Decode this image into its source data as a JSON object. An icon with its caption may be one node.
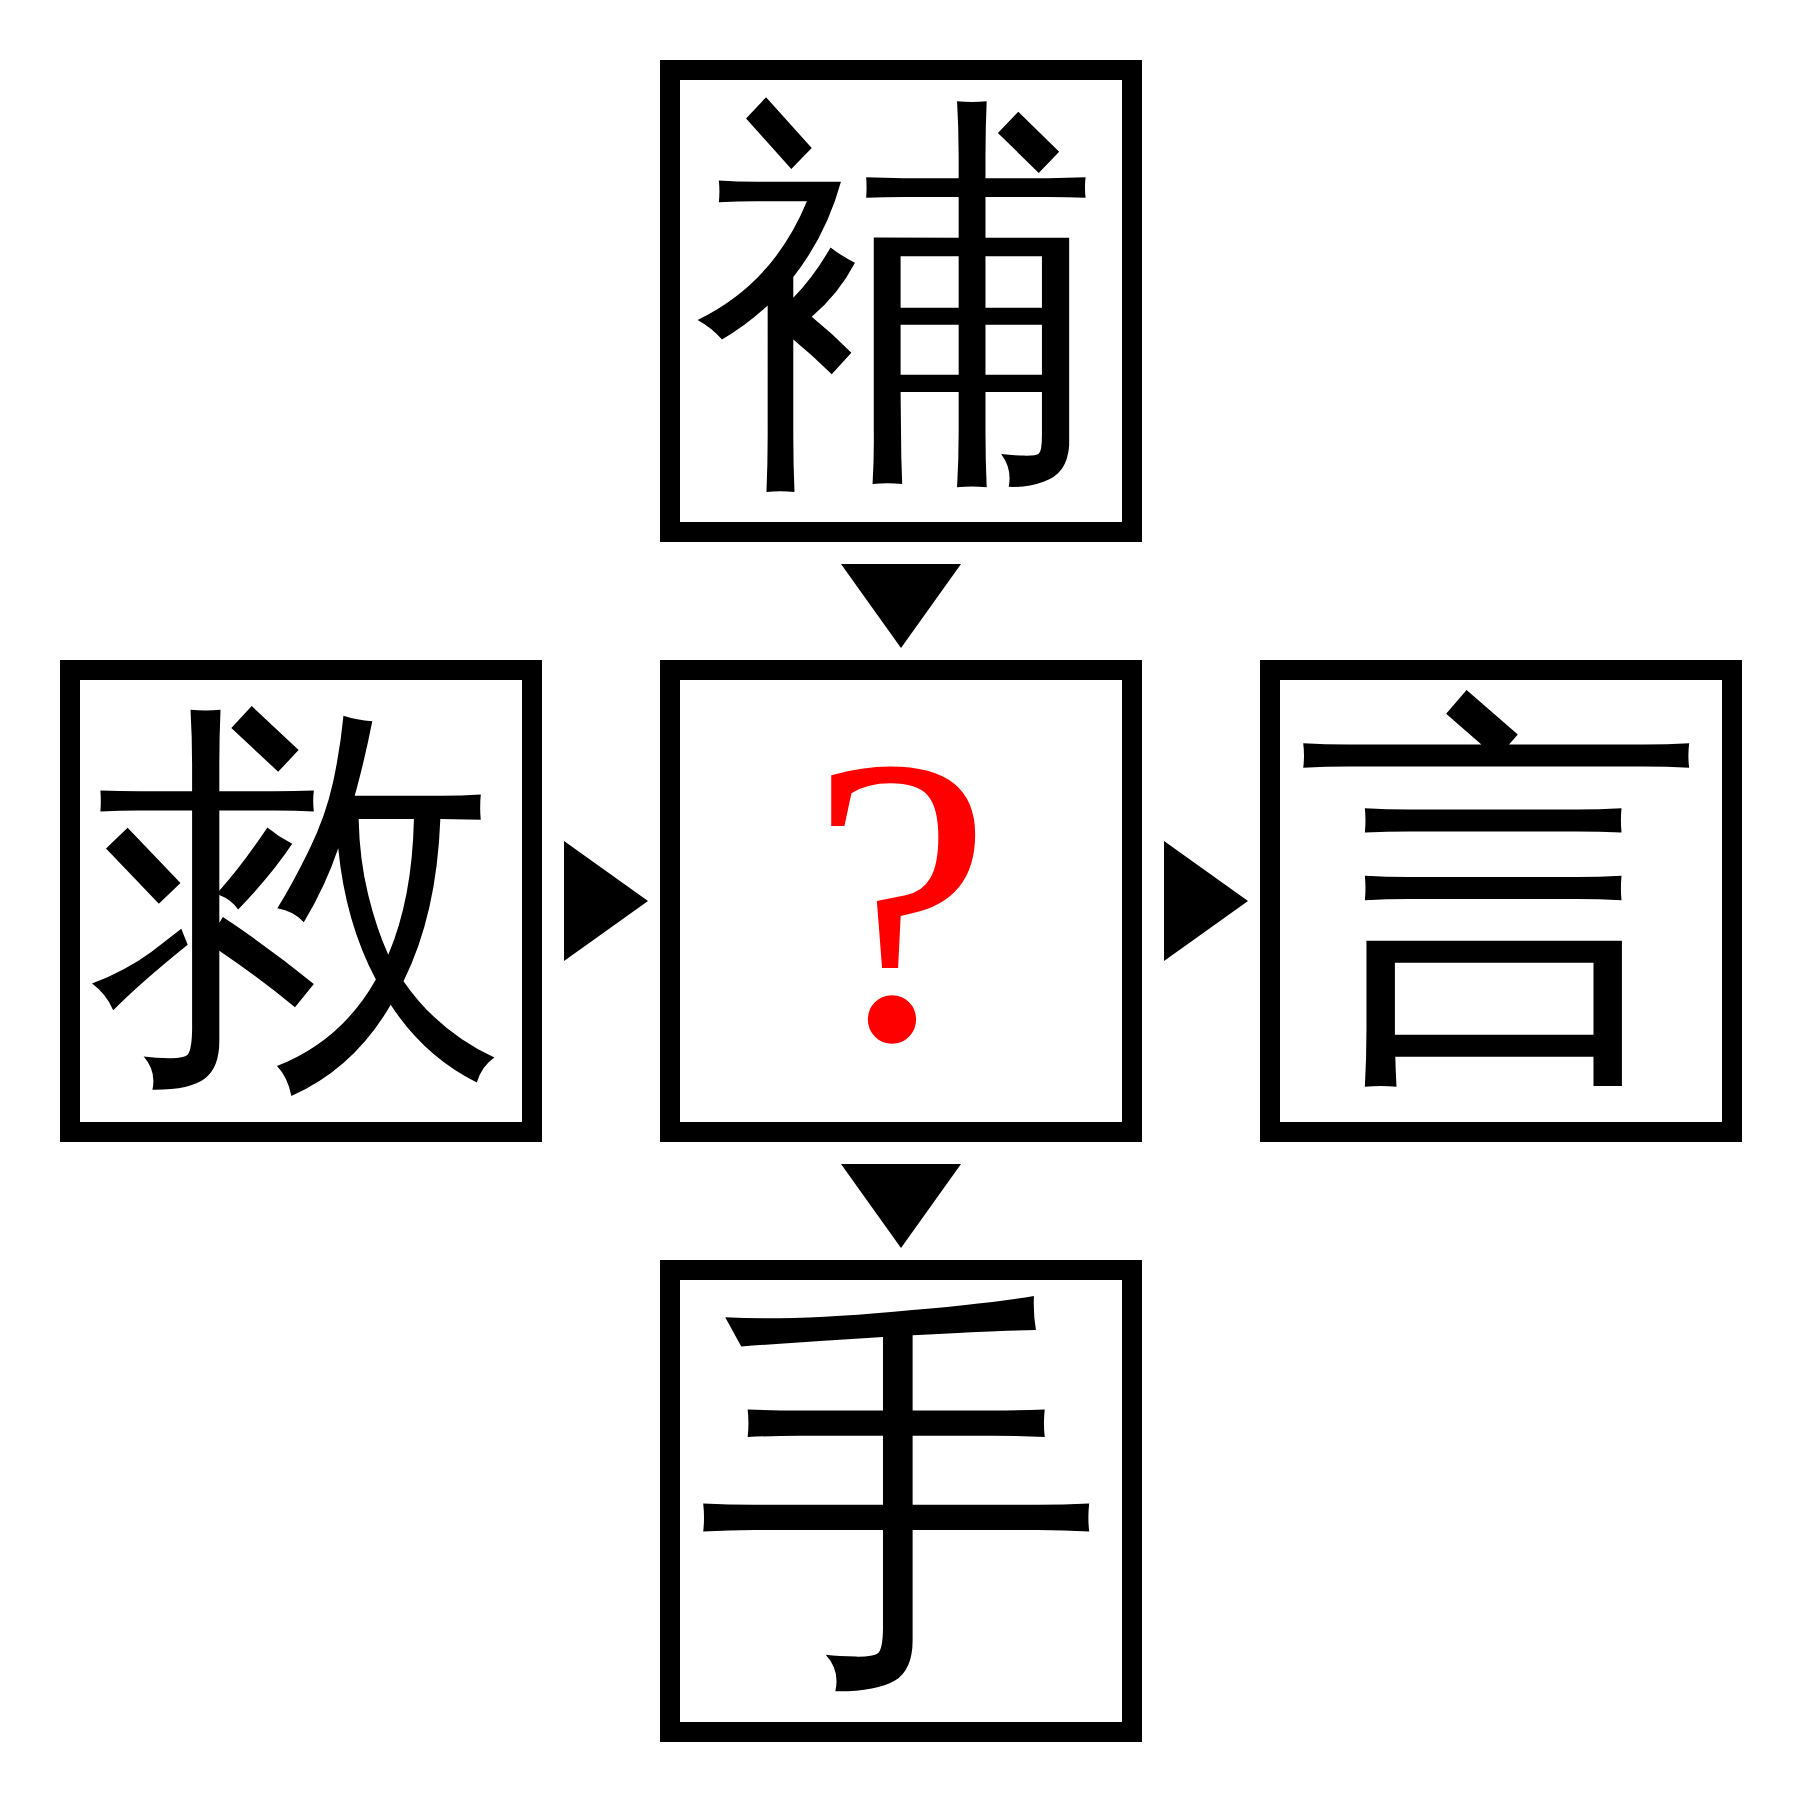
{
  "diagram": {
    "nodes": [
      {
        "text": [
          "補"
        ]
      },
      {
        "text": [
          "救"
        ]
      },
      {
        "text": [
          "?"
        ]
      },
      {
        "text": [
          "言"
        ]
      },
      {
        "text": [
          "手"
        ]
      }
    ],
    "edges": [
      {
        "from": 0,
        "to": 2,
        "arrow": "to"
      },
      {
        "from": 1,
        "to": 2,
        "arrow": "to"
      },
      {
        "from": 2,
        "to": 3,
        "arrow": "to"
      },
      {
        "from": 2,
        "to": 4,
        "arrow": "to"
      }
    ]
  }
}
